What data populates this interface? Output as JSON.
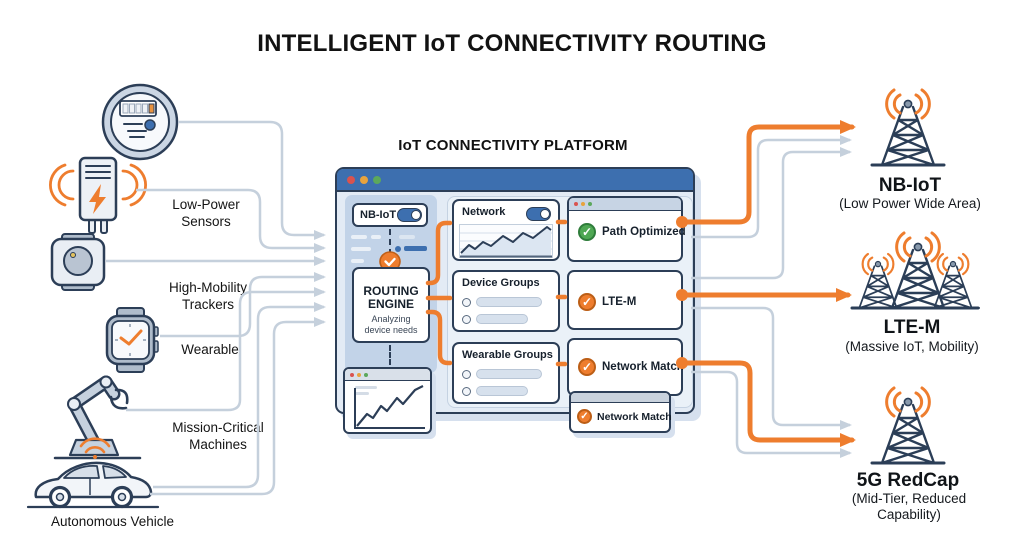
{
  "title": "INTELLIGENT IoT CONNECTIVITY ROUTING",
  "platform": {
    "heading": "IoT CONNECTIVITY PLATFORM",
    "sidebar": {
      "toggle_label": "NB-IoT"
    },
    "engine": {
      "line1": "ROUTING",
      "line2": "ENGINE",
      "sub1": "Analyzing",
      "sub2": "device needs"
    },
    "cards": {
      "network": {
        "label": "Network"
      },
      "device_groups": {
        "label": "Device Groups"
      },
      "wearable_groups": {
        "label": "Wearable Groups"
      }
    },
    "status": {
      "path_optimized": {
        "label": "Path Optimized"
      },
      "lte_m": {
        "label": "LTE-M"
      },
      "network_match": {
        "label": "Network Match"
      },
      "popup": {
        "label": "Network Match"
      }
    }
  },
  "devices": {
    "low_power": {
      "line1": "Low-Power",
      "line2": "Sensors"
    },
    "high_mobility": {
      "line1": "High-Mobility",
      "line2": "Trackers"
    },
    "wearable": {
      "label": "Wearable"
    },
    "mission_critical": {
      "line1": "Mission-Critical",
      "line2": "Machines"
    },
    "autonomous_vehicle": {
      "label": "Autonomous Vehicle"
    }
  },
  "networks": {
    "nb_iot": {
      "name": "NB-IoT",
      "subtitle": "(Low Power Wide Area)"
    },
    "lte_m": {
      "name": "LTE-M",
      "subtitle": "(Massive IoT, Mobility)"
    },
    "redcap": {
      "name": "5G RedCap",
      "sub1": "(Mid-Tier, Reduced",
      "sub2": "Capability)"
    }
  },
  "colors": {
    "accent_orange": "#EE7D2E",
    "titlebar_blue": "#3D6FAF",
    "connector_gray": "#C5D0DC",
    "icon_navy": "#2C3E57",
    "check_green": "#4FA854"
  }
}
